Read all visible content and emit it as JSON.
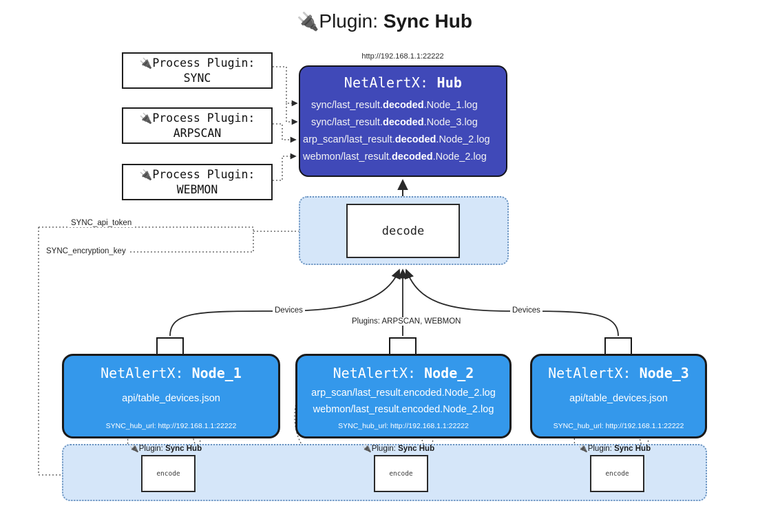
{
  "title": {
    "icon": "plug-icon",
    "prefix": "Plugin: ",
    "name": "Sync Hub"
  },
  "hub": {
    "url": "http://192.168.1.1:22222",
    "title_prefix": "NetAlertX: ",
    "title_name": "Hub",
    "logs": [
      {
        "pre": "sync/last_result.",
        "bold": "decoded",
        "post": ".Node_1.log"
      },
      {
        "pre": "sync/last_result.",
        "bold": "decoded",
        "post": ".Node_3.log"
      },
      {
        "pre": "arp_scan/last_result.",
        "bold": "decoded",
        "post": ".Node_2.log"
      },
      {
        "pre": "webmon/last_result.",
        "bold": "decoded",
        "post": ".Node_2.log"
      }
    ]
  },
  "process_plugins": [
    {
      "icon": "plug-icon",
      "line1": "Process Plugin:",
      "line2": "SYNC"
    },
    {
      "icon": "plug-icon",
      "line1": "Process Plugin:",
      "line2": "ARPSCAN"
    },
    {
      "icon": "plug-icon",
      "line1": "Process Plugin:",
      "line2": "WEBMON"
    }
  ],
  "decode": {
    "label": "decode"
  },
  "edge_labels": {
    "api_token": "SYNC_api_token",
    "encryption_key": "SYNC_encryption_key",
    "devices_left": "Devices",
    "devices_right": "Devices",
    "plugins": "Plugins: ARPSCAN, WEBMON"
  },
  "nodes": [
    {
      "title_prefix": "NetAlertX: ",
      "title_name": "Node_1",
      "lines": [
        "api/table_devices.json"
      ],
      "footer": "SYNC_hub_url: http://192.168.1.1:22222",
      "envelope_icon": "envelope-icon"
    },
    {
      "title_prefix": "NetAlertX: ",
      "title_name": "Node_2",
      "lines": [
        "arp_scan/last_result.encoded.Node_2.log",
        "webmon/last_result.encoded.Node_2.log"
      ],
      "footer": "SYNC_hub_url: http://192.168.1.1:22222",
      "envelope_icon": "envelope-icon"
    },
    {
      "title_prefix": "NetAlertX: ",
      "title_name": "Node_3",
      "lines": [
        "api/table_devices.json"
      ],
      "footer": "SYNC_hub_url: http://192.168.1.1:22222",
      "envelope_icon": "envelope-icon"
    }
  ],
  "encoders": [
    {
      "caption_icon": "plug-icon",
      "caption_prefix": "Plugin: ",
      "caption_name": "Sync Hub",
      "label": "encode"
    },
    {
      "caption_icon": "plug-icon",
      "caption_prefix": "Plugin: ",
      "caption_name": "Sync Hub",
      "label": "encode"
    },
    {
      "caption_icon": "plug-icon",
      "caption_prefix": "Plugin: ",
      "caption_name": "Sync Hub",
      "label": "encode"
    }
  ],
  "colors": {
    "hub": "#4049b8",
    "node": "#3498eb",
    "region": "#d5e6f9",
    "region_border": "#6a93c0",
    "stroke": "#1a1a1a"
  }
}
